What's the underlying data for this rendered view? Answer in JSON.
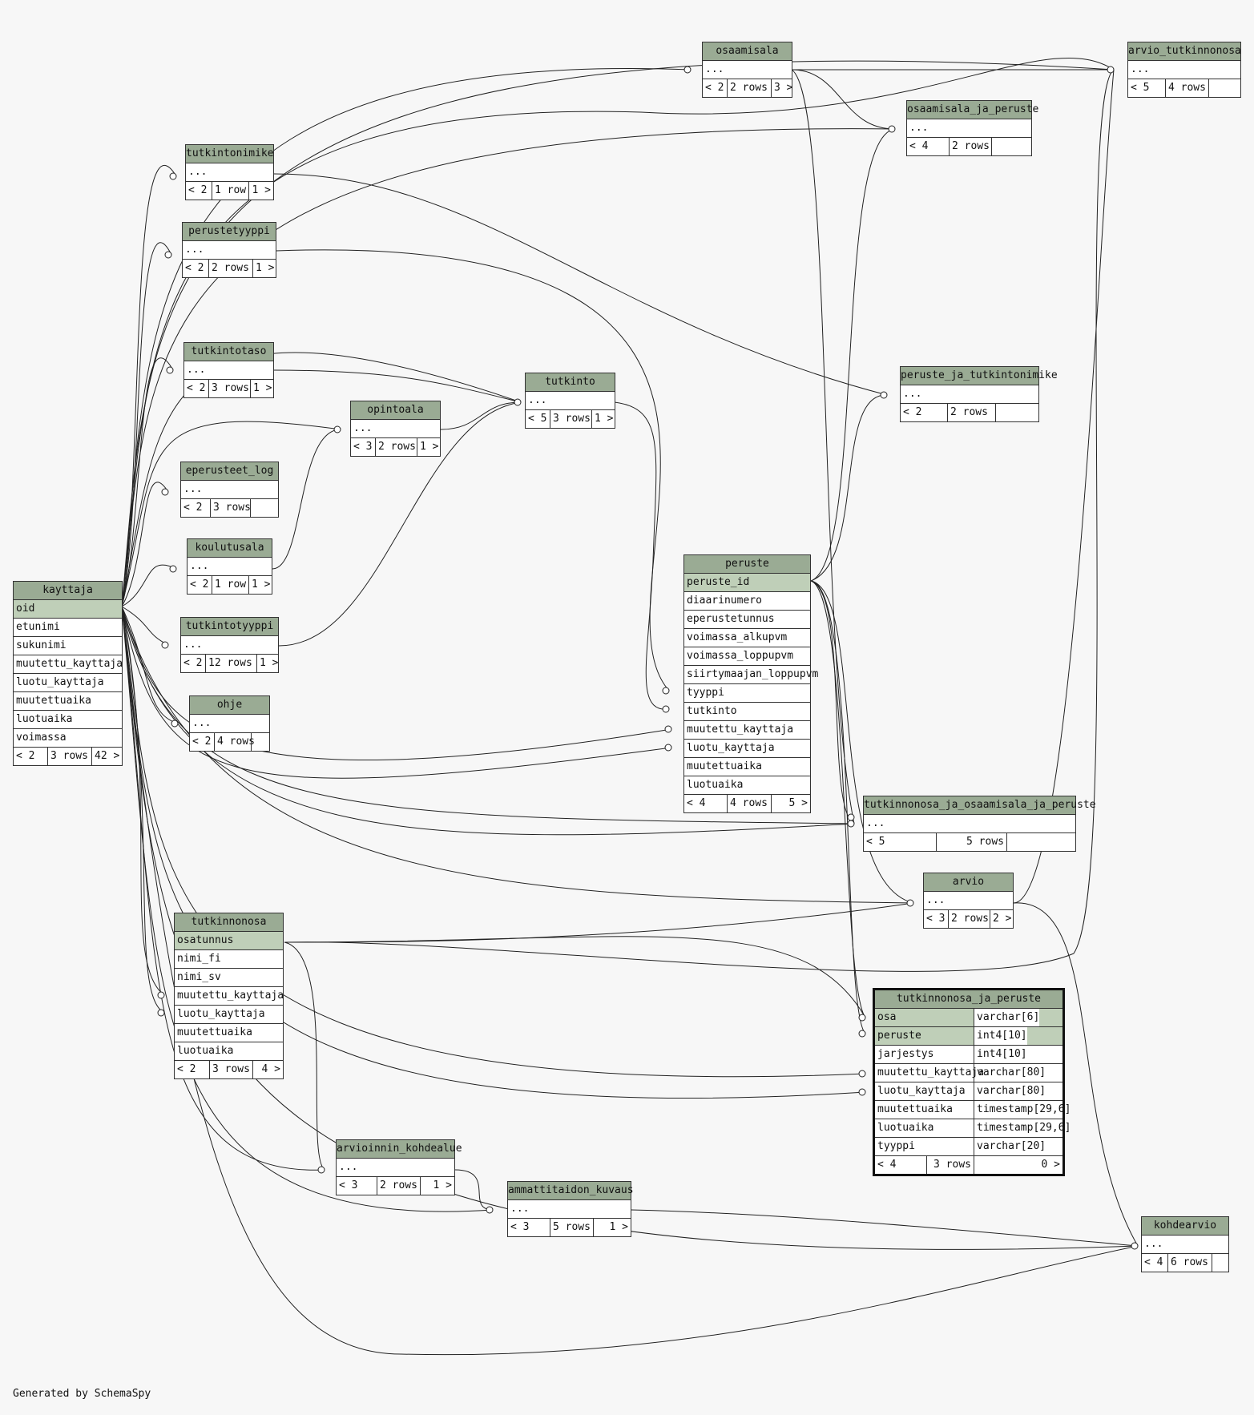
{
  "colors": {
    "header": "#9aab94",
    "key_row": "#bfcfb8",
    "background": "#f7f7f7"
  },
  "footer": "Generated by SchemaSpy",
  "tables": {
    "kayttaja": {
      "name": "kayttaja",
      "columns": [
        "oid",
        "etunimi",
        "sukunimi",
        "muutettu_kayttaja",
        "luotu_kayttaja",
        "muutettuaika",
        "luotuaika",
        "voimassa"
      ],
      "parents": "< 2",
      "rows": "3 rows",
      "children": "42 >"
    },
    "osaamisala": {
      "name": "osaamisala",
      "columns": [
        "..."
      ],
      "parents": "< 2",
      "rows": "2 rows",
      "children": "3 >"
    },
    "arvio_tutkinnonosa": {
      "name": "arvio_tutkinnonosa",
      "columns": [
        "..."
      ],
      "parents": "< 5",
      "rows": "4 rows",
      "children": ""
    },
    "osaamisala_ja_peruste": {
      "name": "osaamisala_ja_peruste",
      "columns": [
        "..."
      ],
      "parents": "< 4",
      "rows": "2 rows",
      "children": ""
    },
    "tutkintonimike": {
      "name": "tutkintonimike",
      "columns": [
        "..."
      ],
      "parents": "< 2",
      "rows": "1 row",
      "children": "1 >"
    },
    "perustetyyppi": {
      "name": "perustetyyppi",
      "columns": [
        "..."
      ],
      "parents": "< 2",
      "rows": "2 rows",
      "children": "1 >"
    },
    "tutkintotaso": {
      "name": "tutkintotaso",
      "columns": [
        "..."
      ],
      "parents": "< 2",
      "rows": "3 rows",
      "children": "1 >"
    },
    "tutkinto": {
      "name": "tutkinto",
      "columns": [
        "..."
      ],
      "parents": "< 5",
      "rows": "3 rows",
      "children": "1 >"
    },
    "peruste_ja_tutkintonimike": {
      "name": "peruste_ja_tutkintonimike",
      "columns": [
        "..."
      ],
      "parents": "< 2",
      "rows": "2 rows",
      "children": ""
    },
    "opintoala": {
      "name": "opintoala",
      "columns": [
        "..."
      ],
      "parents": "< 3",
      "rows": "2 rows",
      "children": "1 >"
    },
    "eperusteet_log": {
      "name": "eperusteet_log",
      "columns": [
        "..."
      ],
      "parents": "< 2",
      "rows": "3 rows",
      "children": ""
    },
    "koulutusala": {
      "name": "koulutusala",
      "columns": [
        "..."
      ],
      "parents": "< 2",
      "rows": "1 row",
      "children": "1 >"
    },
    "tutkintotyyppi": {
      "name": "tutkintotyyppi",
      "columns": [
        "..."
      ],
      "parents": "< 2",
      "rows": "12 rows",
      "children": "1 >"
    },
    "ohje": {
      "name": "ohje",
      "columns": [
        "..."
      ],
      "parents": "< 2",
      "rows": "4 rows",
      "children": ""
    },
    "peruste": {
      "name": "peruste",
      "columns": [
        "peruste_id",
        "diaarinumero",
        "eperustetunnus",
        "voimassa_alkupvm",
        "voimassa_loppupvm",
        "siirtymaajan_loppupvm",
        "tyyppi",
        "tutkinto",
        "muutettu_kayttaja",
        "luotu_kayttaja",
        "muutettuaika",
        "luotuaika"
      ],
      "parents": "< 4",
      "rows": "4 rows",
      "children": "5 >"
    },
    "tutkinnonosa_ja_osaamisala_ja_peruste": {
      "name": "tutkinnonosa_ja_osaamisala_ja_peruste",
      "columns": [
        "..."
      ],
      "parents": "< 5",
      "rows": "5 rows",
      "children": ""
    },
    "arvio": {
      "name": "arvio",
      "columns": [
        "..."
      ],
      "parents": "< 3",
      "rows": "2 rows",
      "children": "2 >"
    },
    "tutkinnonosa": {
      "name": "tutkinnonosa",
      "columns": [
        "osatunnus",
        "nimi_fi",
        "nimi_sv",
        "muutettu_kayttaja",
        "luotu_kayttaja",
        "muutettuaika",
        "luotuaika"
      ],
      "parents": "< 2",
      "rows": "3 rows",
      "children": "4 >"
    },
    "tutkinnonosa_ja_peruste": {
      "name": "tutkinnonosa_ja_peruste",
      "columns": [
        "osa",
        "peruste",
        "jarjestys",
        "muutettu_kayttaja",
        "luotu_kayttaja",
        "muutettuaika",
        "luotuaika",
        "tyyppi"
      ],
      "types": [
        "varchar[6]",
        "int4[10]",
        "int4[10]",
        "varchar[80]",
        "varchar[80]",
        "timestamp[29,6]",
        "timestamp[29,6]",
        "varchar[20]"
      ],
      "parents": "< 4",
      "rows": "3 rows",
      "children": "0 >"
    },
    "arvioinnin_kohdealue": {
      "name": "arvioinnin_kohdealue",
      "columns": [
        "..."
      ],
      "parents": "< 3",
      "rows": "2 rows",
      "children": "1 >"
    },
    "ammattitaidon_kuvaus": {
      "name": "ammattitaidon_kuvaus",
      "columns": [
        "..."
      ],
      "parents": "< 3",
      "rows": "5 rows",
      "children": "1 >"
    },
    "kohdearvio": {
      "name": "kohdearvio",
      "columns": [
        "..."
      ],
      "parents": "< 4",
      "rows": "6 rows",
      "children": ""
    }
  }
}
